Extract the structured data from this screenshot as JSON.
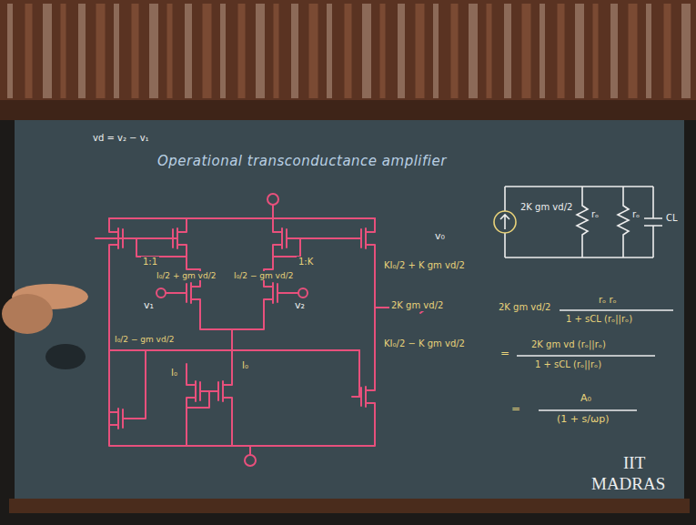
{
  "diagram": {
    "title": "Operational transconductance amplifier",
    "labels": [
      "vd = v₂ − v₁",
      "1:1",
      "1:K",
      "I₀/2 + gm vd/2",
      "I₀/2 − gm vd/2",
      "v₁",
      "v₂",
      "I₀/2 − gm vd/2",
      "I₀",
      "I₀",
      "KI₀/2 + K gm vd/2",
      "2K gm vd/2",
      "KI₀/2 − K gm vd/2",
      "v₀",
      "2K gm vd/2",
      "rₒ",
      "rₒ",
      "CL",
      "2K gm vd/2",
      "rₒ rₒ",
      "1 + sCL (rₒ||rₒ)",
      "=",
      "2K gm vd (rₒ||rₒ)",
      "1 + sCL (rₒ||rₒ)",
      "=",
      "A₀",
      "(1 + s/ωp)",
      "IIT",
      "MADRAS"
    ]
  }
}
